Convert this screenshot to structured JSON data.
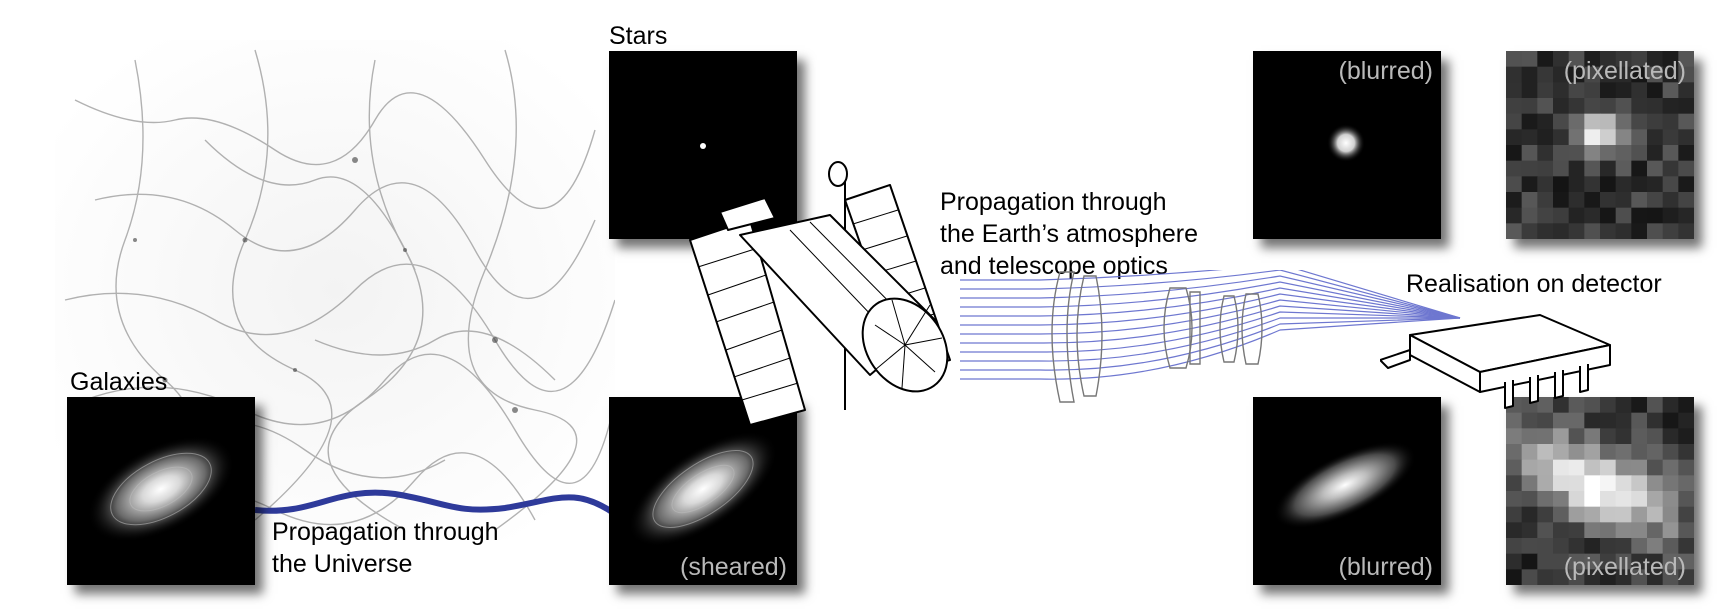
{
  "labels": {
    "stars": "Stars",
    "galaxies": "Galaxies",
    "universe_line1": "Propagation through",
    "universe_line2": "the Universe",
    "atmos_line1": "Propagation through",
    "atmos_line2": "the Earth’s atmosphere",
    "atmos_line3": "and telescope optics",
    "detector": "Realisation on detector"
  },
  "panels": {
    "galaxy_sheared": "(sheared)",
    "star_blurred": "(blurred)",
    "star_pixellated": "(pixellated)",
    "galaxy_blurred": "(blurred)",
    "galaxy_pixellated": "(pixellated)"
  },
  "colors": {
    "propagation_curve": "#2e3a9a",
    "light_rays": "#5560c8",
    "panel_label": "#b9b9b9"
  },
  "icons": [
    "telescope-icon",
    "lens-icon",
    "detector-chip-icon"
  ]
}
